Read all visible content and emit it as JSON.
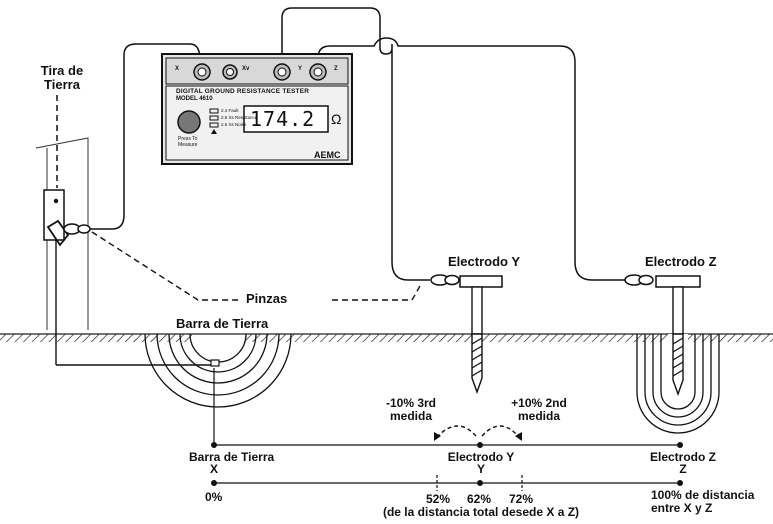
{
  "meter": {
    "title": "DIGITAL GROUND RESISTANCE TESTER",
    "model": "MODEL 4610",
    "display_value": "174.2",
    "unit": "Ω",
    "brand": "AEMC",
    "button_label_1": "Press To",
    "button_label_2": "Measure",
    "indicators": [
      "2.4  Fault",
      "2.5  Xs Resistance",
      "2.6  Xs Noise"
    ],
    "terminal_labels": [
      "X",
      "Xv",
      "Y",
      "Z"
    ]
  },
  "labels": {
    "tira_line1": "Tira de",
    "tira_line2": "Tierra",
    "pinzas": "Pinzas",
    "barra_top": "Barra de Tierra",
    "electrodo_y": "Electrodo Y",
    "electrodo_z": "Electrodo Z",
    "minus10_line1": "-10%  3rd",
    "minus10_line2": "medida",
    "plus10_line1": "+10%  2nd",
    "plus10_line2": "medida"
  },
  "scale": {
    "x_line1": "Barra de Tierra",
    "x_line2": "X",
    "y_line1": "Electrodo Y",
    "y_line2": "Y",
    "z_line1": "Electrodo Z",
    "z_line2": "Z",
    "p0": "0%",
    "p52": "52%",
    "p62": "62%",
    "p72": "72%",
    "p100_line1": "100% de distancia",
    "p100_line2": "entre X y Z",
    "note": "(de la distancia total desede X a Z)"
  }
}
